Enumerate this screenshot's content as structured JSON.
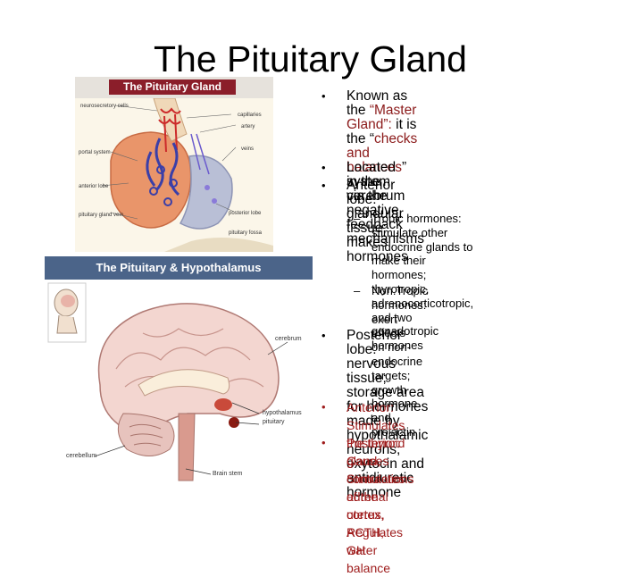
{
  "title": "The Pituitary Gland",
  "figure1": {
    "header": "The Pituitary Gland",
    "labels": {
      "neurosecretory_cells": "neurosecretory cells",
      "capillaries": "capillaries",
      "artery": "artery",
      "portal_system": "portal system",
      "veins": "veins",
      "anterior_lobe": "anterior lobe",
      "pituitary_gland_vein": "pituitary gland vein",
      "posterior_lobe": "posterior lobe",
      "pituitary_fossa": "pituitary fossa"
    }
  },
  "figure2": {
    "header": "The Pituitary & Hypothalamus",
    "labels": {
      "cerebrum": "cerebrum",
      "hypothalamus": "hypothalamus",
      "pituitary": "pituitary",
      "cerebellum": "cerebellum",
      "brain_stem": "Brain stem"
    }
  },
  "bullets": [
    {
      "bullet": "•",
      "lines": [
        {
          "parts": [
            {
              "t": "Known as the "
            },
            {
              "t": "“Master Gland”:",
              "hl": true
            },
            {
              "t": " it is"
            }
          ]
        },
        {
          "parts": [
            {
              "t": "the “"
            },
            {
              "t": "checks and balances",
              "hl": true
            },
            {
              "t": "” system"
            }
          ]
        },
        {
          "parts": [
            {
              "t": "via the negative feedback"
            }
          ]
        },
        {
          "parts": [
            {
              "t": "mechanisms"
            }
          ]
        }
      ]
    },
    {
      "bullet": "•",
      "lines": [
        {
          "parts": [
            {
              "t": "Located in the cerebrum"
            }
          ]
        }
      ]
    },
    {
      "bullet": "•",
      "lines": [
        {
          "parts": [
            {
              "t": "Anterior lobe: glandular tissue;"
            }
          ]
        },
        {
          "parts": [
            {
              "t": "makes hormones"
            }
          ]
        }
      ]
    }
  ],
  "subbullets": [
    {
      "dash": "–",
      "lines": [
        "Tropic hormones: stimulate other",
        "endocrine glands to make their",
        "hormones; thyrotropic,",
        "adrenocorticotropic, and two",
        "gonadotropic hormones"
      ]
    },
    {
      "dash": "–",
      "lines": [
        "Non.Tropic hormones: exert effects",
        "on non-endocrine targets; growth",
        "hormone and prolactin"
      ]
    }
  ],
  "posterior": {
    "bullet": "•",
    "lines": [
      "Posterior lobe: nervous tissue;",
      "storage area for hormones made by",
      "hypothalamic neurons; oxytocin and",
      "antidiuretic hormone"
    ]
  },
  "functions": [
    {
      "bullet": "•",
      "lines": [
        "Anterior: Stimulates the thyroid gland,",
        "Stimulates adrenal cortex, ACTH, GH"
      ]
    },
    {
      "bullet": "•",
      "lines": [
        "Posterior: Causes contractions of the",
        "uterus, Regulates water balance"
      ]
    }
  ],
  "colors": {
    "highlight": "#8b1a1a",
    "function_text": "#9e1b1b",
    "fig1_header": "#8b1e2a",
    "fig2_header": "#4b6489"
  }
}
